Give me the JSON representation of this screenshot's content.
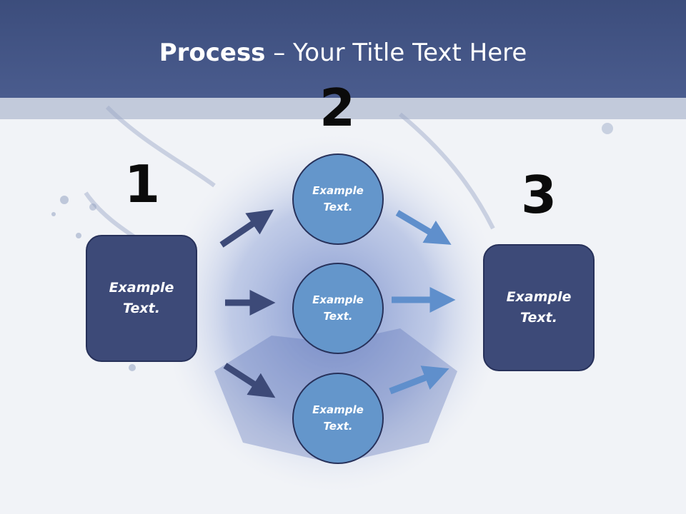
{
  "title": {
    "bold": "Process",
    "rest": " – Your Title Text Here"
  },
  "steps": {
    "one": "1",
    "two": "2",
    "three": "3"
  },
  "left_box": {
    "line1": "Example",
    "line2": "Text."
  },
  "circles": [
    {
      "line1": "Example",
      "line2": "Text."
    },
    {
      "line1": "Example",
      "line2": "Text."
    },
    {
      "line1": "Example",
      "line2": "Text."
    }
  ],
  "right_box": {
    "line1": "Example",
    "line2": "Text."
  },
  "colors": {
    "header": "#3c4d7c",
    "box": "#3d4a78",
    "circle": "#6496cb",
    "arrow_dark": "#3d4a78",
    "arrow_light": "#5f8fcc"
  }
}
